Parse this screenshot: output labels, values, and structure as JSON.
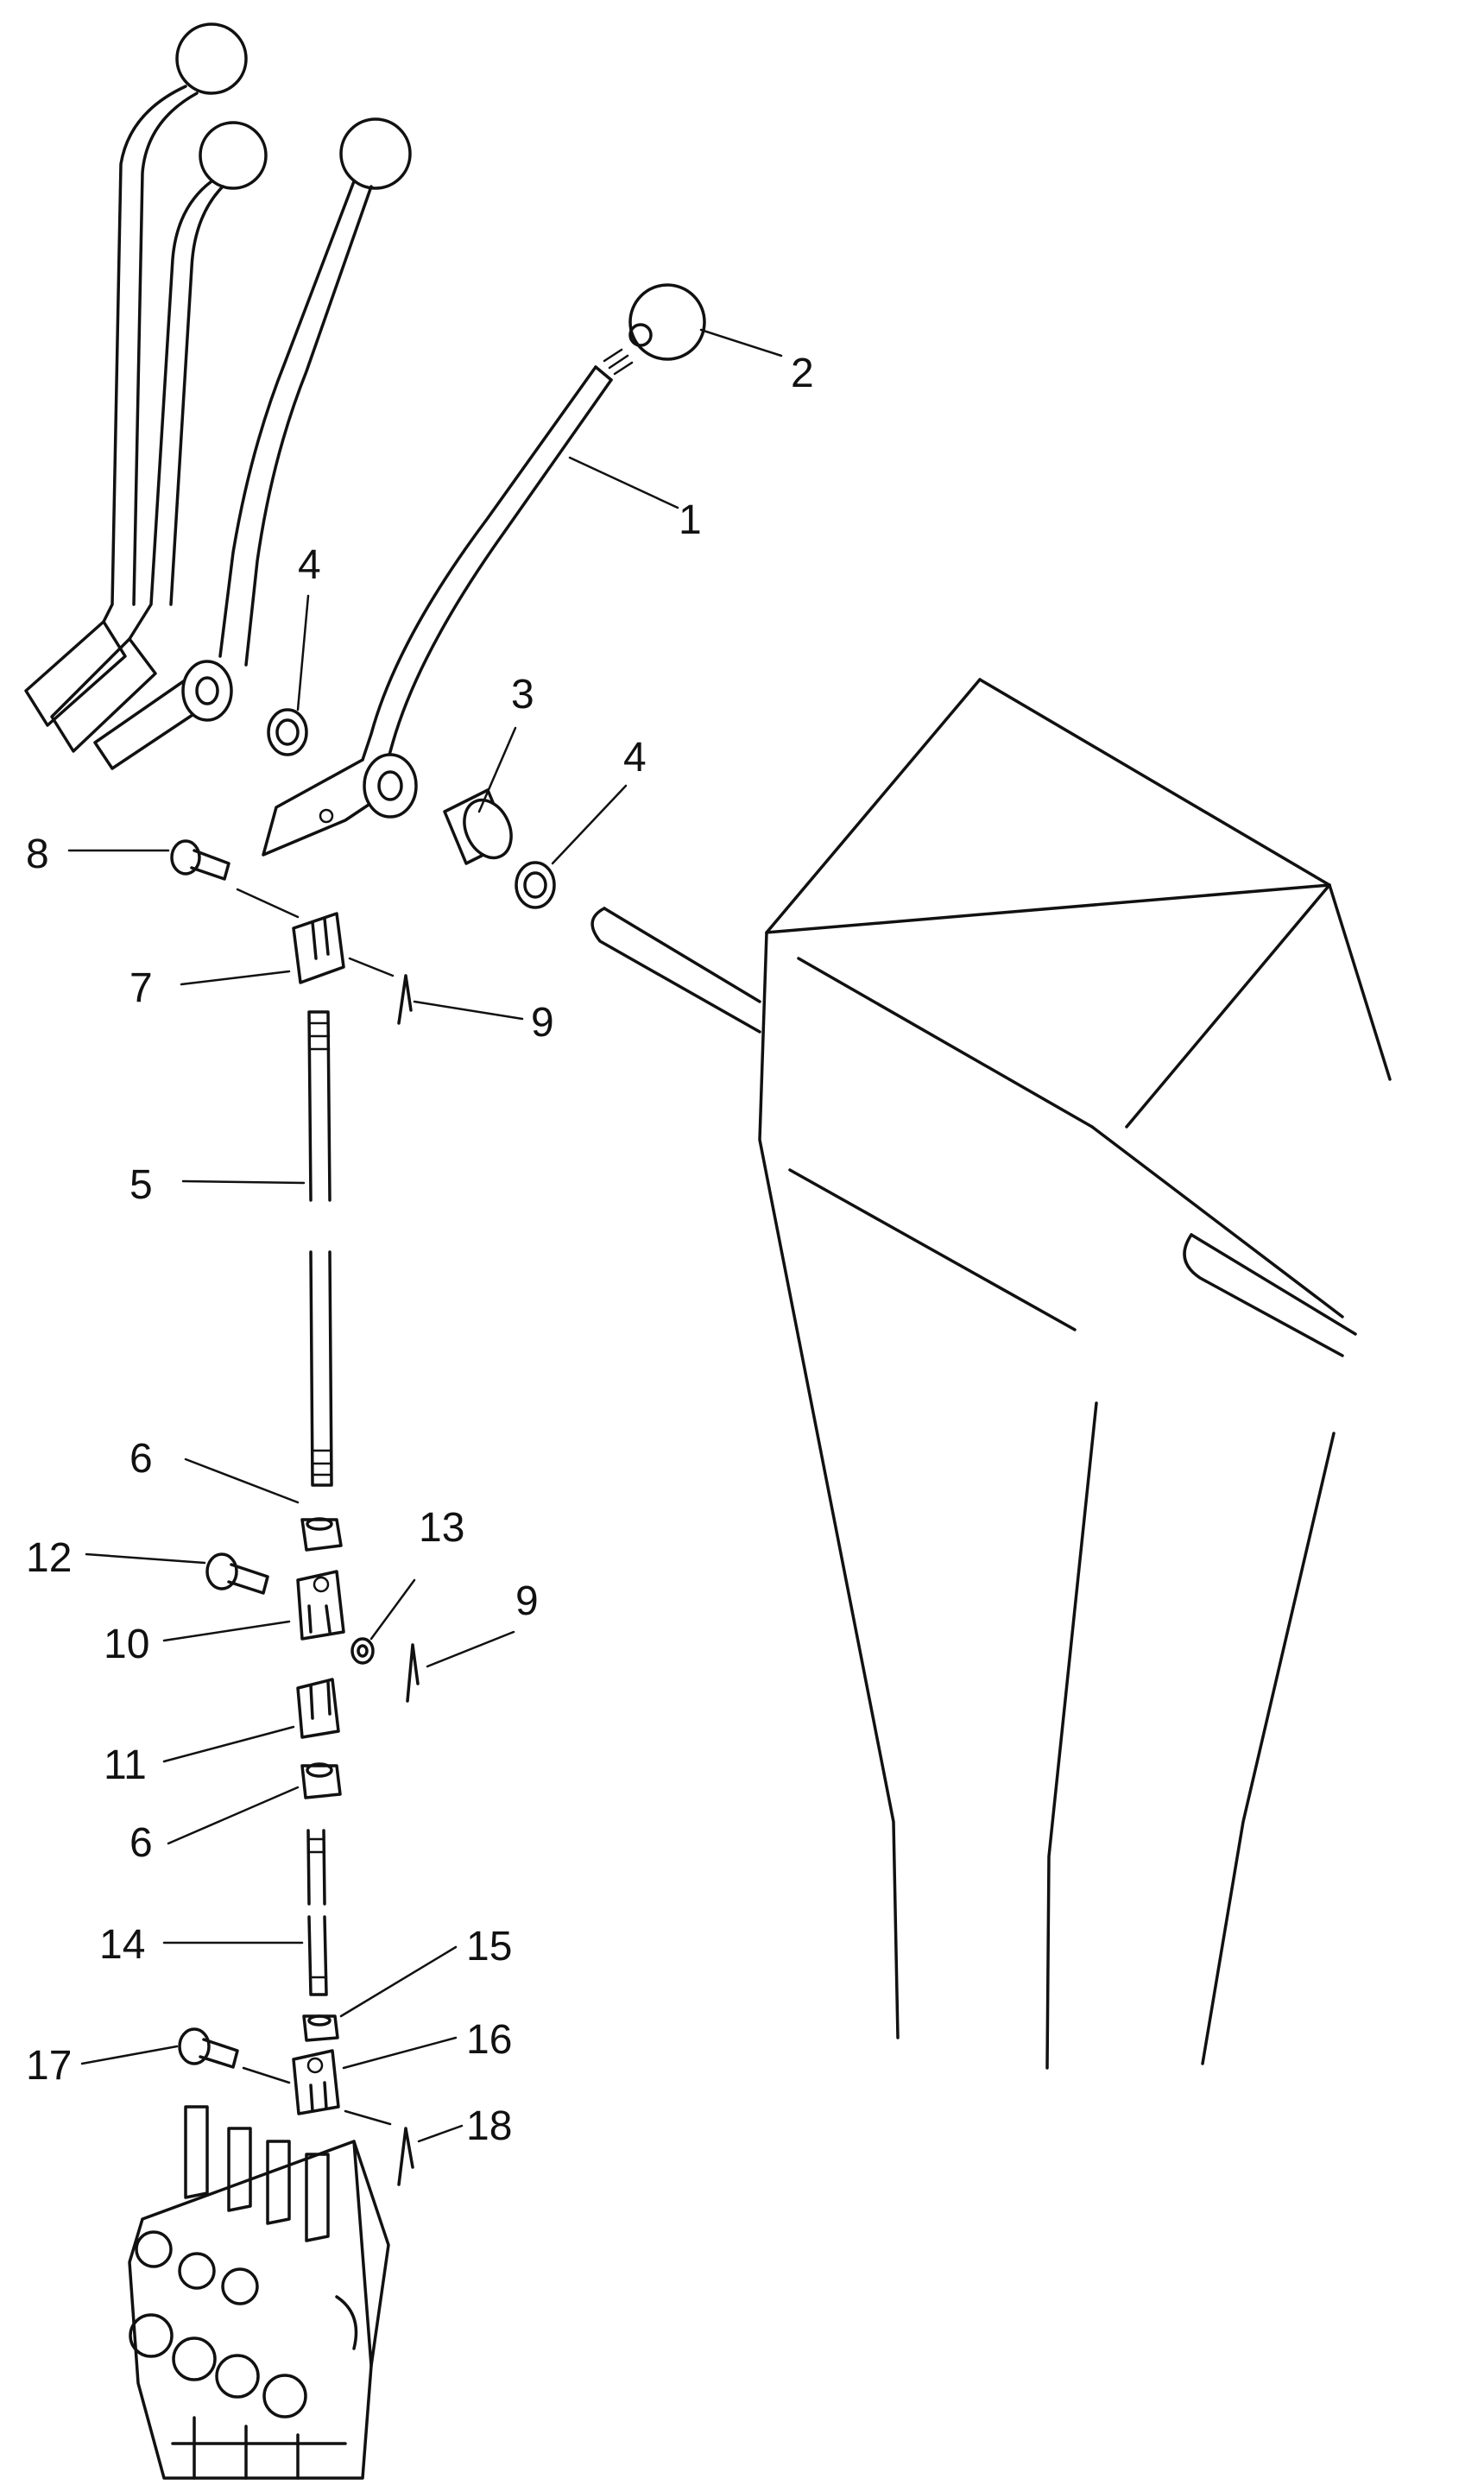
{
  "callouts": [
    {
      "id": "1"
    },
    {
      "id": "2"
    },
    {
      "id": "3"
    },
    {
      "id": "4a",
      "label": "4"
    },
    {
      "id": "4b",
      "label": "4"
    },
    {
      "id": "5"
    },
    {
      "id": "6a",
      "label": "6"
    },
    {
      "id": "6b",
      "label": "6"
    },
    {
      "id": "7"
    },
    {
      "id": "8"
    },
    {
      "id": "9a",
      "label": "9"
    },
    {
      "id": "9b",
      "label": "9"
    },
    {
      "id": "10"
    },
    {
      "id": "11"
    },
    {
      "id": "12"
    },
    {
      "id": "13"
    },
    {
      "id": "14"
    },
    {
      "id": "15"
    },
    {
      "id": "16"
    },
    {
      "id": "17"
    },
    {
      "id": "18"
    }
  ],
  "labels": {
    "c1": "1",
    "c2": "2",
    "c3": "3",
    "c4a": "4",
    "c4b": "4",
    "c5": "5",
    "c6a": "6",
    "c6b": "6",
    "c7": "7",
    "c8": "8",
    "c9a": "9",
    "c9b": "9",
    "c10": "10",
    "c11": "11",
    "c12": "12",
    "c13": "13",
    "c14": "14",
    "c15": "15",
    "c16": "16",
    "c17": "17",
    "c18": "18"
  }
}
